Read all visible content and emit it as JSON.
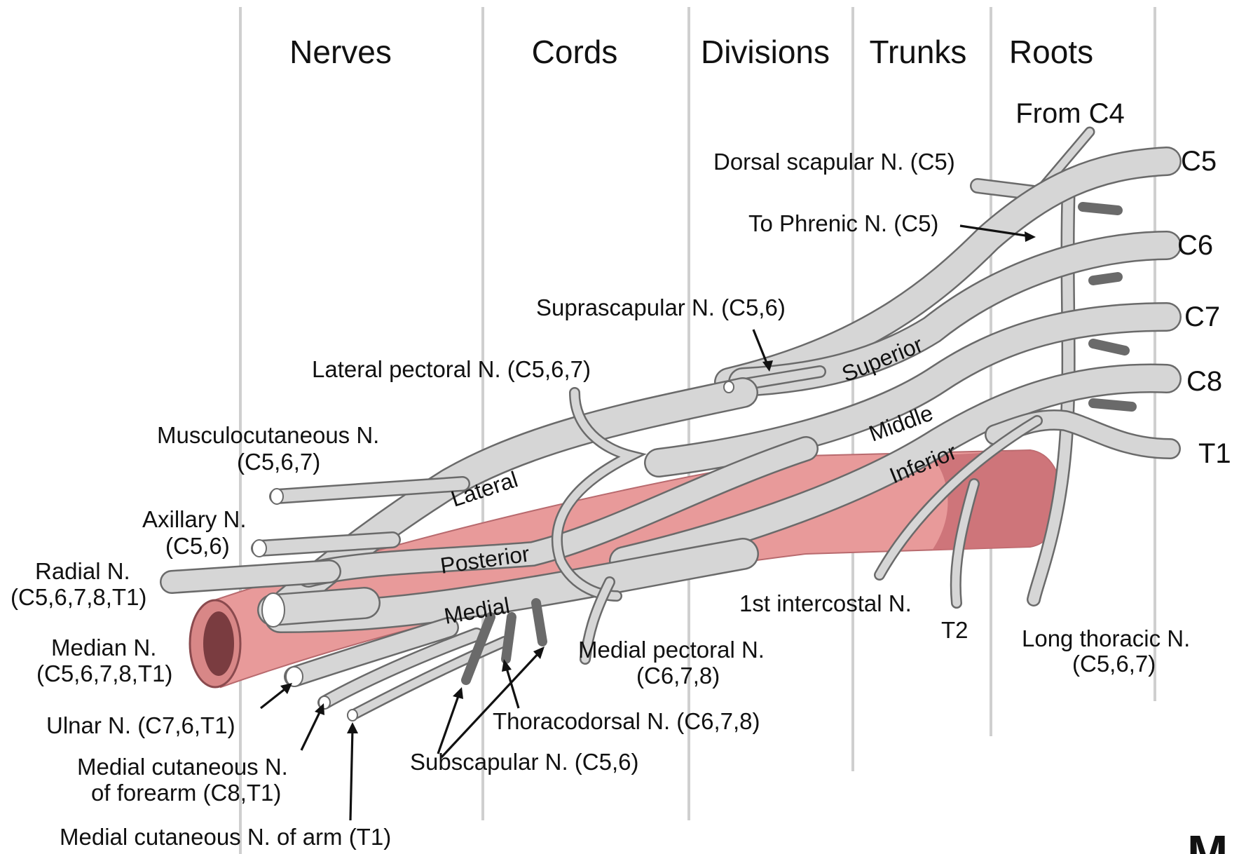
{
  "headers": {
    "nerves": "Nerves",
    "cords": "Cords",
    "divisions": "Divisions",
    "trunks": "Trunks",
    "roots": "Roots"
  },
  "roots": {
    "from_c4": "From C4",
    "c5": "C5",
    "c6": "C6",
    "c7": "C7",
    "c8": "C8",
    "t1": "T1"
  },
  "trunks": {
    "superior": "Superior",
    "middle": "Middle",
    "inferior": "Inferior"
  },
  "cords": {
    "lateral": "Lateral",
    "posterior": "Posterior",
    "medial": "Medial"
  },
  "labels": {
    "dorsal_scapular": "Dorsal scapular N. (C5)",
    "to_phrenic": "To Phrenic N. (C5)",
    "suprascapular": "Suprascapular N. (C5,6)",
    "lateral_pectoral": "Lateral pectoral N. (C5,6,7)",
    "musculocutaneous": "Musculocutaneous N.",
    "musculocutaneous_roots": "(C5,6,7)",
    "axillary": "Axillary N.",
    "axillary_roots": "(C5,6)",
    "radial": "Radial N.",
    "radial_roots": "(C5,6,7,8,T1)",
    "median": "Median N.",
    "median_roots": "(C5,6,7,8,T1)",
    "ulnar": "Ulnar N. (C7,6,T1)",
    "med_cut_forearm_1": "Medial cutaneous N.",
    "med_cut_forearm_2": "of forearm (C8,T1)",
    "med_cut_arm": "Medial cutaneous N. of arm (T1)",
    "subscapular": "Subscapular N. (C5,6)",
    "thoracodorsal": "Thoracodorsal N. (C6,7,8)",
    "medial_pectoral": "Medial pectoral N.",
    "medial_pectoral_roots": "(C6,7,8)",
    "first_intercostal": "1st intercostal N.",
    "t2": "T2",
    "long_thoracic": "Long thoracic N.",
    "long_thoracic_roots": "(C5,6,7)"
  },
  "logo": {
    "text": "M"
  },
  "colors": {
    "nerve_fill": "#d6d6d6",
    "nerve_outline": "#6a6a6a",
    "artery": "#e89a9a",
    "artery_dark": "#c96f74",
    "column_line": "#cfcfcf"
  }
}
